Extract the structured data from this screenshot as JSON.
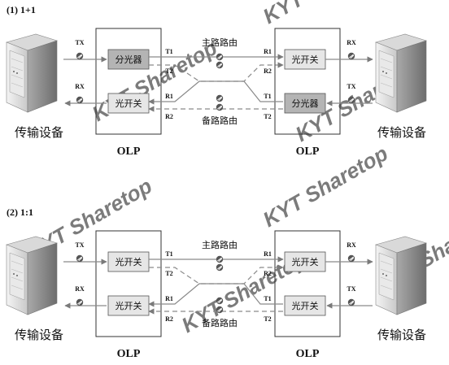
{
  "sections": [
    {
      "title": "(1) 1+1",
      "left_device": "传输设备",
      "right_device": "传输设备",
      "left_olp": "OLP",
      "right_olp": "OLP",
      "left_top_box": "分光器",
      "left_bottom_box": "光开关",
      "right_top_box": "光开关",
      "right_bottom_box": "分光器",
      "main_path": "主路路由",
      "backup_path": "备路路由",
      "tx_left": "TX",
      "rx_left": "RX",
      "rx_right": "RX",
      "tx_right": "TX",
      "port_t1_left": "T1",
      "port_t2_left": "T2",
      "port_r1_left": "R1",
      "port_r2_left": "R2",
      "port_r1_right": "R1",
      "port_r2_right": "R2",
      "port_t1_right": "T1",
      "port_t2_right": "T2"
    },
    {
      "title": "(2) 1:1",
      "left_device": "传输设备",
      "right_device": "传输设备",
      "left_olp": "OLP",
      "right_olp": "OLP",
      "left_top_box": "光开关",
      "left_bottom_box": "光开关",
      "right_top_box": "光开关",
      "right_bottom_box": "光开关",
      "main_path": "主路路由",
      "backup_path": "备路路由",
      "tx_left": "TX",
      "rx_left": "RX",
      "rx_right": "RX",
      "tx_right": "TX",
      "port_t1_left": "T1",
      "port_t2_left": "T2",
      "port_r1_left": "R1",
      "port_r2_left": "R2",
      "port_r1_right": "R1",
      "port_r2_right": "R2",
      "port_t1_right": "T1",
      "port_t2_right": "T2"
    }
  ],
  "watermark": "KYT Sharetop",
  "colors": {
    "line": "#8a8a8a",
    "box_dark": "#b4b4b4",
    "box_light": "#e6e6e6",
    "watermark": "#f2c9cf"
  }
}
